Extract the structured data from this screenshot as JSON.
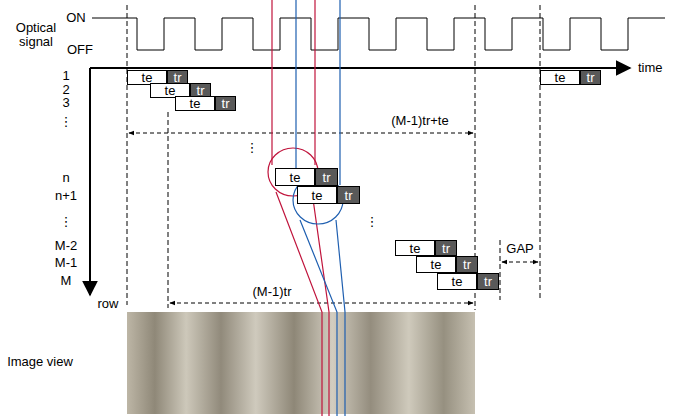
{
  "diagram": {
    "nodes": [
      {
        "text": [
          "te"
        ]
      },
      {
        "text": [
          "tr"
        ]
      },
      {
        "text": [
          "te"
        ]
      },
      {
        "text": [
          "tr"
        ]
      },
      {
        "text": [
          "te"
        ]
      },
      {
        "text": [
          "tr"
        ]
      },
      {
        "text": [
          "te"
        ]
      },
      {
        "text": [
          "tr"
        ]
      },
      {
        "text": [
          "te"
        ]
      },
      {
        "text": [
          "tr"
        ]
      },
      {
        "text": [
          "te"
        ]
      },
      {
        "text": [
          "tr"
        ]
      },
      {
        "text": [
          "te"
        ]
      },
      {
        "text": [
          "tr"
        ]
      },
      {
        "text": [
          "te"
        ]
      },
      {
        "text": [
          "tr"
        ]
      },
      {
        "text": [
          "te"
        ]
      },
      {
        "text": [
          "tr"
        ]
      }
    ],
    "labels": [
      "Optical signal",
      "ON",
      "OFF",
      "time",
      "1",
      "2",
      "3",
      "⋮",
      "n",
      "n+1",
      "⋮",
      "M-2",
      "M-1",
      "M",
      "row",
      "(M-1)tr+te",
      "⋮",
      "(M-1)tr",
      "⋮",
      "GAP",
      "Image view"
    ]
  }
}
